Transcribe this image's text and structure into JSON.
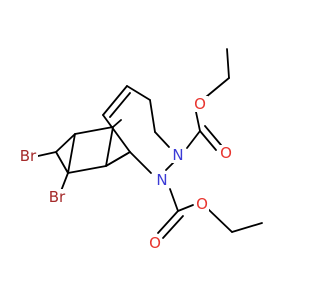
{
  "atoms": {
    "br_upper": {
      "symbol": "Br",
      "color": "#a52a2a"
    },
    "br_lower": {
      "symbol": "Br",
      "color": "#a52a2a"
    },
    "n_upper": {
      "symbol": "N",
      "color": "#3b3bd6"
    },
    "n_lower": {
      "symbol": "N",
      "color": "#3b3bd6"
    },
    "o_carbonyl_upper": {
      "symbol": "O",
      "color": "#e8342e"
    },
    "o_ester_upper": {
      "symbol": "O",
      "color": "#e8342e"
    },
    "o_carbonyl_lower": {
      "symbol": "O",
      "color": "#e8342e"
    },
    "o_ester_lower": {
      "symbol": "O",
      "color": "#e8342e"
    }
  },
  "colors": {
    "bond": "#000000",
    "oxygen": "#e8342e",
    "nitrogen": "#3b3bd6",
    "bromine": "#a52a2a",
    "background": "#ffffff"
  }
}
